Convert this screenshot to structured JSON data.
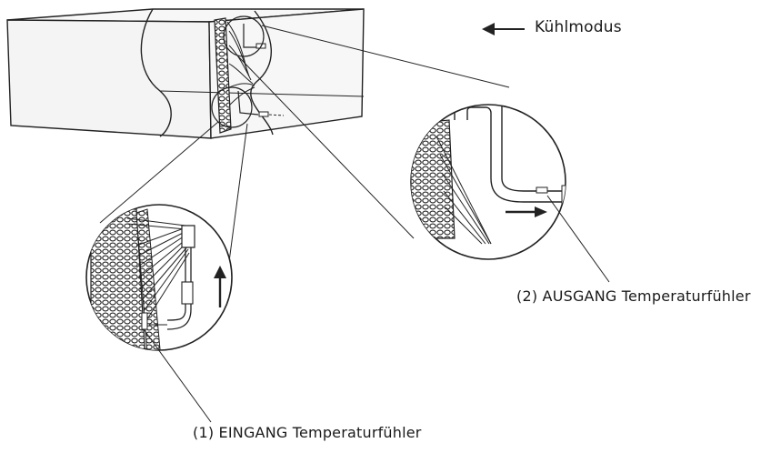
{
  "labels": {
    "mode": "Kühlmodus",
    "outlet_sensor": "(2) AUSGANG Temperaturfühler",
    "inlet_sensor": "(1) EINGANG Temperaturfühler"
  },
  "icons": {
    "mode_arrow": "arrow-left-icon",
    "flow_up": "arrow-up-icon",
    "flow_right": "arrow-right-icon"
  },
  "colors": {
    "line": "#222222",
    "background": "#ffffff"
  }
}
